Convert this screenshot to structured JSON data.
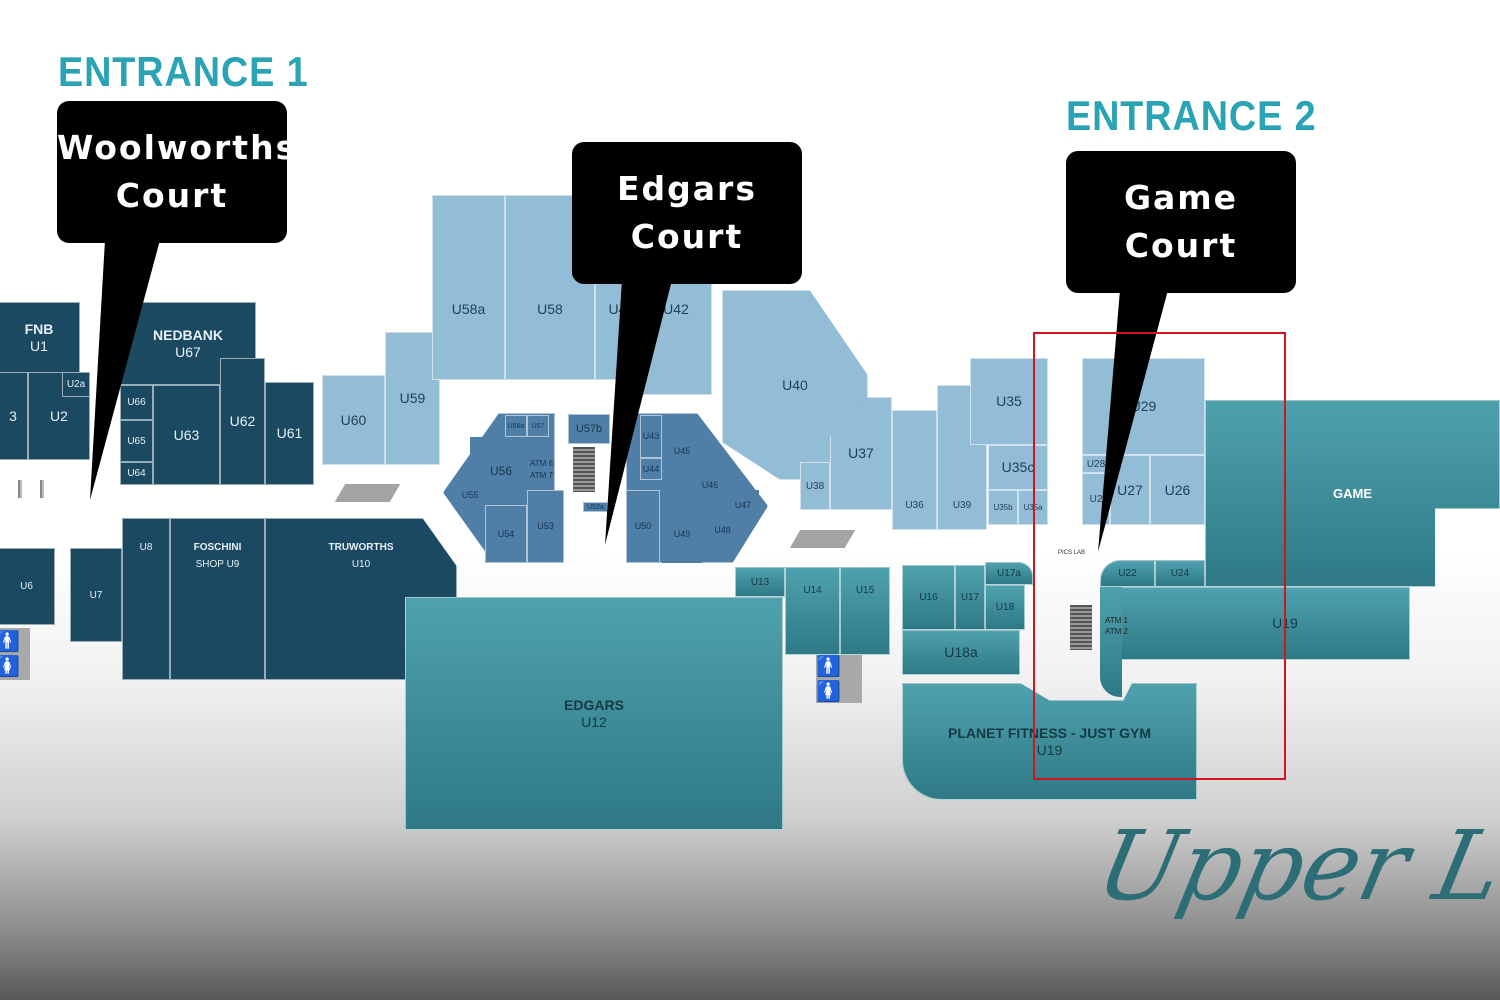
{
  "entrances": {
    "e1": "ENTRANCE 1",
    "e2": "ENTRANCE 2"
  },
  "courts": {
    "woolworths": [
      "Woolworths",
      "Court"
    ],
    "edgars": [
      "Edgars",
      "Court"
    ],
    "game": [
      "Game",
      "Court"
    ]
  },
  "level_title": "Upper Level",
  "shops": {
    "fnb": "FNB",
    "u1": "U1",
    "u3": "3",
    "u2": "U2",
    "u2a": "U2a",
    "nedbank": "NEDBANK",
    "u67": "U67",
    "u66": "U66",
    "u65": "U65",
    "u64": "U64",
    "u63": "U63",
    "u62": "U62",
    "u61": "U61",
    "u6": "U6",
    "u7": "U7",
    "u8": "U8",
    "foschini": "FOSCHINI",
    "u9": "SHOP U9",
    "truworths": "TRUWORTHS",
    "u10": "U10",
    "u60": "U60",
    "u59": "U59",
    "u58a": "U58a",
    "u58": "U58",
    "u4x": "U4",
    "u42": "U42",
    "u40": "U40",
    "u37": "U37",
    "u38": "U38",
    "u36": "U36",
    "u39": "U39",
    "u35": "U35",
    "u35c": "U35c",
    "u35b": "U35b",
    "u35a": "U35a",
    "u29": "U29",
    "u28": "U28",
    "u25": "U2",
    "u27": "U27",
    "u26": "U26",
    "u56a": "U56a",
    "u57": "U57",
    "u56": "U56",
    "u55": "U55",
    "u54": "U54",
    "u53": "U53",
    "atm6": "ATM 6",
    "atm7": "ATM 7",
    "u57b": "U57b",
    "u52a": "U52a",
    "u50": "U50",
    "u43": "U43",
    "u44": "U44",
    "u45": "U45",
    "u46": "U46",
    "u47": "U47",
    "u48": "U48",
    "u49": "U49",
    "u13": "U13",
    "u14": "U14",
    "u15": "U15",
    "edgars": "EDGARS",
    "u12": "U12",
    "u16": "U16",
    "u17": "U17",
    "u17a": "U17a",
    "u18": "U18",
    "u18a": "U18a",
    "planet": "PLANET FITNESS - JUST GYM",
    "u19b": "U19",
    "u22": "U22",
    "u24": "U24",
    "u19": "U19",
    "game": "GAME",
    "pics": "PICS LAB",
    "atm1": "ATM 1",
    "atm2": "ATM 2"
  },
  "colors": {
    "dark": "#1b4962",
    "light": "#93bcd6",
    "mid": "#4f7fa6",
    "teal": "#3f8e9b",
    "highlight": "#d0161b"
  }
}
